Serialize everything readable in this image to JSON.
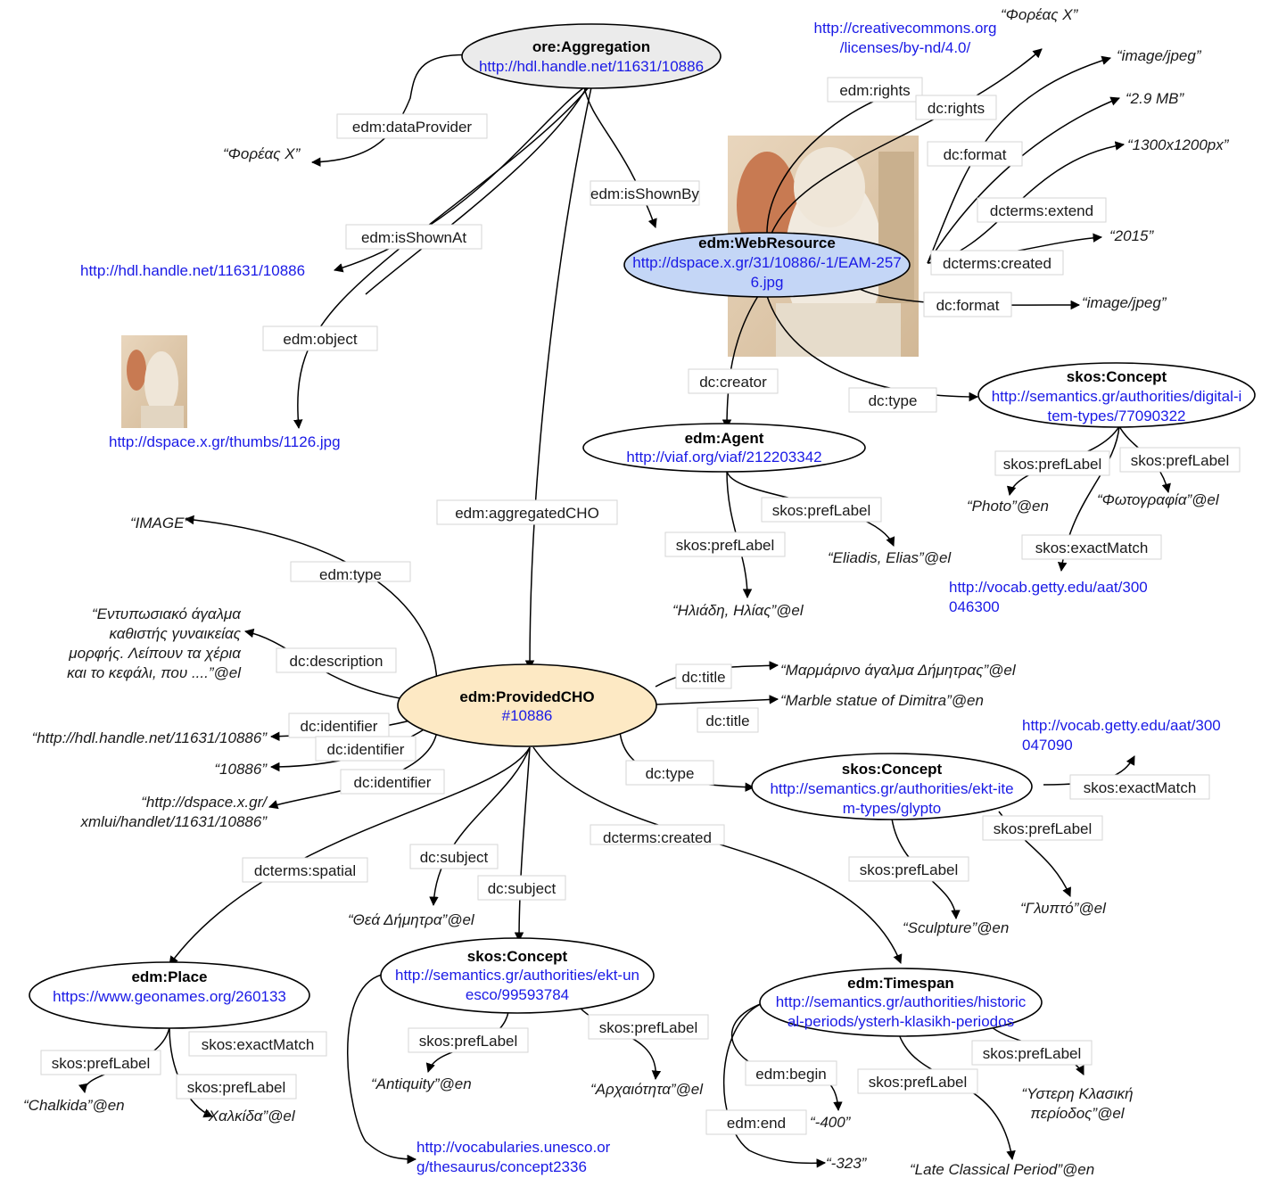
{
  "nodes": {
    "aggregation": {
      "title": "ore:Aggregation",
      "uri": "http://hdl.handle.net/11631/10886",
      "fill": "#ebebeb"
    },
    "webresource": {
      "title": "edm:WebResource",
      "uri1": "http://dspace.x.gr/31/10886/-1/EAM-257",
      "uri2": "6.jpg",
      "fill": "#c4d6f6"
    },
    "agent": {
      "title": "edm:Agent",
      "uri": "http://viaf.org/viaf/212203342",
      "fill": "#ffffff"
    },
    "concept_digital": {
      "title": "skos:Concept",
      "uri1": "http://semantics.gr/authorities/digital-i",
      "uri2": "tem-types/77090322",
      "fill": "#ffffff"
    },
    "cho": {
      "title": "edm:ProvidedCHO",
      "uri": "#10886",
      "fill": "#fde9c4"
    },
    "concept_ekt": {
      "title": "skos:Concept",
      "uri1": "http://semantics.gr/authorities/ekt-ite",
      "uri2": "m-types/glypto",
      "fill": "#ffffff"
    },
    "place": {
      "title": "edm:Place",
      "uri": "https://www.geonames.org/260133",
      "fill": "#ffffff"
    },
    "concept_unesco": {
      "title": "skos:Concept",
      "uri1": "http://semantics.gr/authorities/ekt-un",
      "uri2": "esco/99593784",
      "fill": "#ffffff"
    },
    "timespan": {
      "title": "edm:Timespan",
      "uri1": "http://semantics.gr/authorities/historic",
      "uri2": "al-periods/ysterh-klasikh-periodos",
      "fill": "#ffffff"
    }
  },
  "edge_labels": {
    "data_provider": "edm:dataProvider",
    "is_shown_by": "edm:isShownBy",
    "is_shown_at": "edm:isShownAt",
    "object": "edm:object",
    "aggregated_cho": "edm:aggregatedCHO",
    "rights_edm": "edm:rights",
    "rights_dc": "dc:rights",
    "format1": "dc:format",
    "extend": "dcterms:extend",
    "wr_created": "dcterms:created",
    "format2": "dc:format",
    "creator": "dc:creator",
    "wr_type": "dc:type",
    "dig_pref_en": "skos:prefLabel",
    "dig_pref_el": "skos:prefLabel",
    "dig_exact": "skos:exactMatch",
    "ag_pref_en": "skos:prefLabel",
    "ag_pref_el": "skos:prefLabel",
    "cho_type_edm": "edm:type",
    "description": "dc:description",
    "identifier1": "dc:identifier",
    "identifier2": "dc:identifier",
    "identifier3": "dc:identifier",
    "title1": "dc:title",
    "title2": "dc:title",
    "cho_type_dc": "dc:type",
    "ekt_exact": "skos:exactMatch",
    "ekt_pref_el": "skos:prefLabel",
    "ekt_pref_en": "skos:prefLabel",
    "spatial": "dcterms:spatial",
    "subject1": "dc:subject",
    "subject2": "dc:subject",
    "cho_created": "dcterms:created",
    "pl_exact": "skos:exactMatch",
    "pl_pref_en": "skos:prefLabel",
    "pl_pref_el": "skos:prefLabel",
    "un_pref_en": "skos:prefLabel",
    "un_pref_el": "skos:prefLabel",
    "ts_begin": "edm:begin",
    "ts_end": "edm:end",
    "ts_pref_en": "skos:prefLabel",
    "ts_pref_el": "skos:prefLabel"
  },
  "values": {
    "provider": "“Φορέας Χ”",
    "shown_at": "http://hdl.handle.net/11631/10886",
    "thumb": "http://dspace.x.gr/thumbs/1126.jpg",
    "cc1": "http://creativecommons.org",
    "cc2": "/licenses/by-nd/4.0/",
    "rights_lit": "“Φορέας Χ”",
    "format_lit1": "“image/jpeg”",
    "size": "“2.9 MB”",
    "dims": "“1300x1200px”",
    "year": "“2015”",
    "format_lit2": "“image/jpeg”",
    "photo_en": "“Photo”@en",
    "photo_el": "“Φωτογραφία”@el",
    "aat1_a": "http://vocab.getty.edu/aat/300",
    "aat1_b": "046300",
    "agent_en": "“Eliadis, Elias”@el",
    "agent_el": "“Ηλιάδη, Ηλίας”@el",
    "image_type": "“IMAGE”",
    "desc1": "“Εντυπωσιακό άγαλμα",
    "desc2": "καθιστής γυναικείας",
    "desc3": "μορφής. Λείπουν τα χέρια",
    "desc4": "και το κεφάλι, που ....”@el",
    "id1": "“http://hdl.handle.net/11631/10886”",
    "id2": "“10886”",
    "id3a": "“http://dspace.x.gr/",
    "id3b": "xmlui/handlet/11631/10886”",
    "title_el": "“Μαρμάρινο άγαλμα Δήμητρας”@el",
    "title_en": "“Marble statue of Dimitra”@en",
    "aat2_a": "http://vocab.getty.edu/aat/300",
    "aat2_b": "047090",
    "glypto_el": "“Γλυπτό”@el",
    "sculpture_en": "“Sculpture”@en",
    "subject_lit": "“Θεά Δήμητρα”@el",
    "chalkida_en": "“Chalkida”@en",
    "chalkida_el": "“Χαλκίδα”@el",
    "antiquity_en": "“Antiquity”@en",
    "antiquity_el": "“Αρχαιότητα”@el",
    "unesco1": "http://vocabularies.unesco.or",
    "unesco2": "g/thesaurus/concept2336",
    "begin": "“-400”",
    "end": "“-323”",
    "period_en": "“Late Classical Period”@en",
    "period_el1": "“Υστερη Κλασική",
    "period_el2": "περίοδος”@el"
  }
}
